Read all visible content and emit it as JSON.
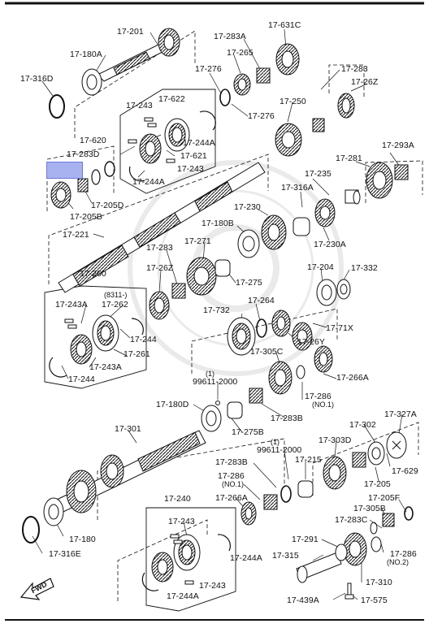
{
  "labels": {
    "p17_201": "17-201",
    "p17_180A": "17-180A",
    "p17_316D": "17-316D",
    "p17_283A": "17-283A",
    "p17_631C": "17-631C",
    "p17_265": "17-265",
    "p17_276a": "17-276",
    "p17_276b": "17-276",
    "p17_283a": "17-283",
    "p17_26Za": "17-26Z",
    "p17_250": "17-250",
    "p17_243a": "17-243",
    "p17_622": "17-622",
    "p17_244Aa": "17-244A",
    "p17_621": "17-621",
    "p17_243b": "17-243",
    "p17_244Ab": "17-244A",
    "p17_620": "17-620",
    "p17_283D": "17-283D",
    "p17_205D": "17-205D",
    "p17_205B": "17-205B",
    "p17_281": "17-281",
    "p17_293A": "17-293A",
    "p17_235": "17-235",
    "p17_316A": "17-316A",
    "p17_230": "17-230",
    "p17_230A": "17-230A",
    "p17_221": "17-221",
    "p17_180B": "17-180B",
    "p17_283b": "17-283",
    "p17_271": "17-271",
    "p17_26Zb": "17-26Z",
    "p17_275": "17-275",
    "p17_204": "17-204",
    "p17_332": "17-332",
    "p17_260": "17-260",
    "p8311": "(8311-)",
    "p17_243Aa": "17-243A",
    "p17_262": "17-262",
    "p17_244a": "17-244",
    "p17_261": "17-261",
    "p17_243Ab": "17-243A",
    "p17_244b": "17-244",
    "p17_732": "17-732",
    "p17_264": "17-264",
    "p17_71X": "17-71X",
    "p17_26Y": "17-26Y",
    "p17_305C": "17-305C",
    "p17_266Aa": "17-266A",
    "p_1a": "(1)",
    "p99611a": "99611-2000",
    "p17_286a": "17-286",
    "p_no1a": "(NO.1)",
    "p17_180D": "17-180D",
    "p17_283B": "17-283B",
    "p17_275B": "17-275B",
    "p17_301": "17-301",
    "p17_302": "17-302",
    "p17_327A": "17-327A",
    "p_1b": "(1)",
    "p99611b": "99611-2000",
    "p17_303D": "17-303D",
    "p17_283Bb": "17-283B",
    "p17_215": "17-215",
    "p17_286b": "17-286",
    "p_no1b": "(NO.1)",
    "p17_629": "17-629",
    "p17_205": "17-205",
    "p17_266Ab": "17-266A",
    "p17_205F": "17-205F",
    "p17_305B": "17-305B",
    "p17_283C": "17-283C",
    "p17_180": "17-180",
    "p17_316E": "17-316E",
    "p17_240": "17-240",
    "p17_243c": "17-243",
    "p17_244Ac": "17-244A",
    "p17_243d": "17-243",
    "p17_244Ad": "17-244A",
    "p17_291": "17-291",
    "p17_286c": "17-286",
    "p_no2": "(NO.2)",
    "p17_315": "17-315",
    "p17_310": "17-310",
    "p17_439A": "17-439A",
    "p17_575": "17-575",
    "fwd": "FWD"
  }
}
